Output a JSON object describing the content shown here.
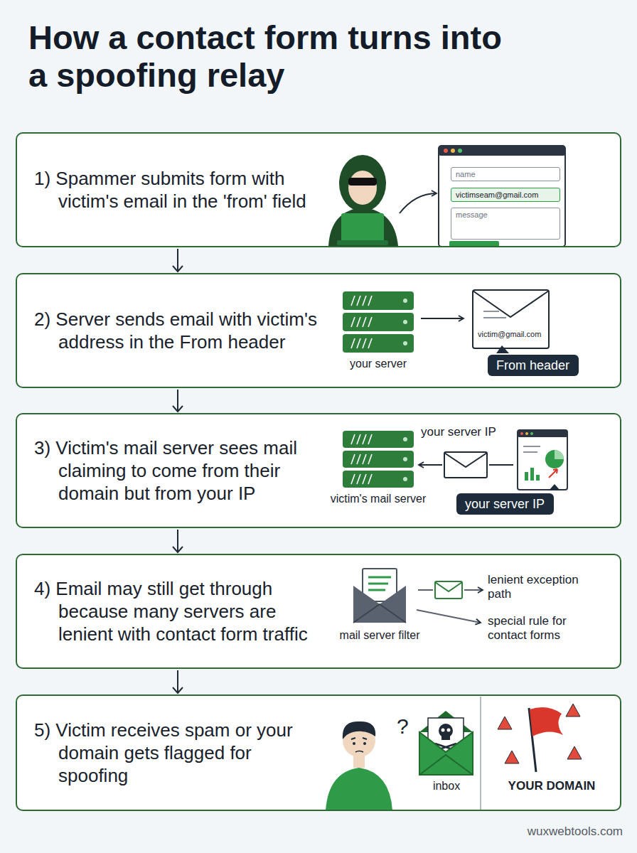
{
  "diagram": {
    "title": "How a contact form turns into a spoofing relay",
    "nodes": [
      {
        "text": [
          "1) Spammer submits form with victim's email in the 'from' field"
        ]
      },
      {
        "text": [
          "name"
        ],
        "in": 0
      },
      {
        "text": [
          "victimseam@gmail.com"
        ],
        "in": 0
      },
      {
        "text": [
          "message"
        ],
        "in": 0
      },
      {
        "text": [
          "2) Server sends email with victim's address in the From header"
        ]
      },
      {
        "text": [
          "From header"
        ],
        "in": 4
      },
      {
        "text": [
          "3) Victim's mail server sees mail claiming to come from their domain but from your IP"
        ]
      },
      {
        "text": [
          "your server IP"
        ],
        "in": 6
      },
      {
        "text": [
          "4) Email may still get through because many servers are lenient with contact form traffic"
        ]
      },
      {
        "text": [
          "5) Victim receives spam or your domain gets flagged for spoofing"
        ]
      }
    ],
    "edges": [
      {
        "from": 0,
        "to": 4,
        "arrow": "to"
      },
      {
        "from": 4,
        "to": 6,
        "arrow": "to"
      },
      {
        "from": 6,
        "to": 8,
        "arrow": "to"
      },
      {
        "from": 8,
        "to": 9,
        "arrow": "to"
      }
    ],
    "labels": [
      "your server",
      "victim@gmail.com",
      "your server IP",
      "victim's mail server",
      "mail server filter",
      "lenient exception path",
      "special rule for contact forms",
      "?",
      "inbox",
      "YOUR DOMAIN",
      "wuxwebtools.com"
    ]
  }
}
